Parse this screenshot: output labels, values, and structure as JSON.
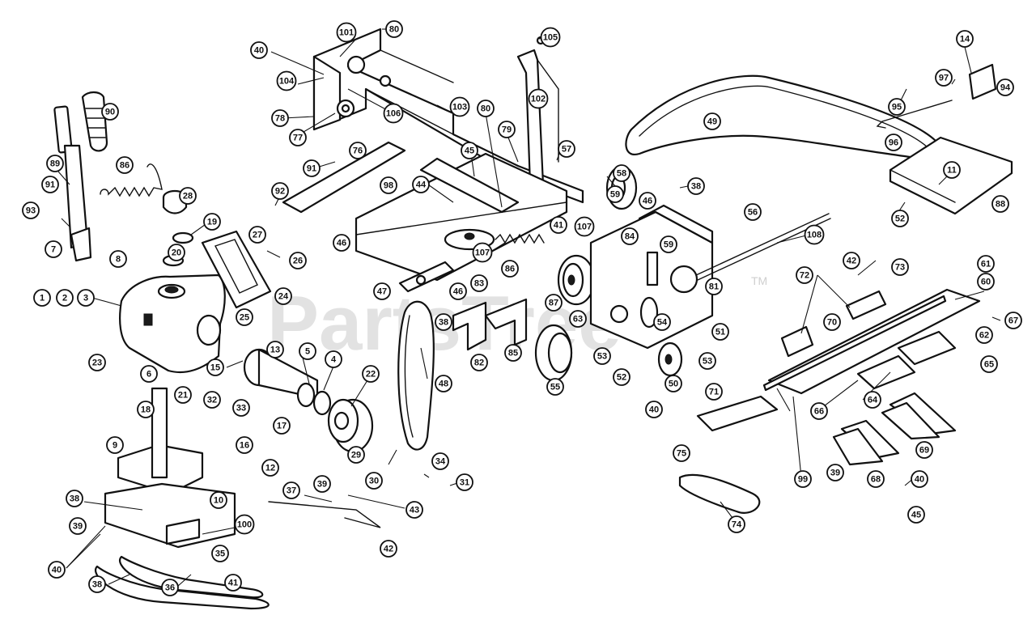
{
  "watermark": {
    "text": "PartsTree",
    "tm": "TM"
  },
  "callouts": [
    {
      "label": "101"
    },
    {
      "label": "80"
    },
    {
      "label": "105"
    },
    {
      "label": "40"
    },
    {
      "label": "104"
    },
    {
      "label": "106"
    },
    {
      "label": "103"
    },
    {
      "label": "80"
    },
    {
      "label": "102"
    },
    {
      "label": "78"
    },
    {
      "label": "77"
    },
    {
      "label": "79"
    },
    {
      "label": "76"
    },
    {
      "label": "57"
    },
    {
      "label": "91"
    },
    {
      "label": "45"
    },
    {
      "label": "44"
    },
    {
      "label": "98"
    },
    {
      "label": "58"
    },
    {
      "label": "38"
    },
    {
      "label": "92"
    },
    {
      "label": "59"
    },
    {
      "label": "46"
    },
    {
      "label": "46"
    },
    {
      "label": "84"
    },
    {
      "label": "41"
    },
    {
      "label": "107"
    },
    {
      "label": "107"
    },
    {
      "label": "86"
    },
    {
      "label": "46"
    },
    {
      "label": "47"
    },
    {
      "label": "83"
    },
    {
      "label": "87"
    },
    {
      "label": "63"
    },
    {
      "label": "59"
    },
    {
      "label": "81"
    },
    {
      "label": "38"
    },
    {
      "label": "82"
    },
    {
      "label": "85"
    },
    {
      "label": "53"
    },
    {
      "label": "55"
    },
    {
      "label": "54"
    },
    {
      "label": "51"
    },
    {
      "label": "53"
    },
    {
      "label": "50"
    },
    {
      "label": "52"
    },
    {
      "label": "49"
    },
    {
      "label": "56"
    },
    {
      "label": "108"
    },
    {
      "label": "14"
    },
    {
      "label": "95"
    },
    {
      "label": "97"
    },
    {
      "label": "94"
    },
    {
      "label": "96"
    },
    {
      "label": "11"
    },
    {
      "label": "88"
    },
    {
      "label": "52"
    },
    {
      "label": "90"
    },
    {
      "label": "86"
    },
    {
      "label": "89"
    },
    {
      "label": "91"
    },
    {
      "label": "93"
    },
    {
      "label": "7"
    },
    {
      "label": "28"
    },
    {
      "label": "19"
    },
    {
      "label": "20"
    },
    {
      "label": "27"
    },
    {
      "label": "26"
    },
    {
      "label": "8"
    },
    {
      "label": "1"
    },
    {
      "label": "2"
    },
    {
      "label": "3"
    },
    {
      "label": "24"
    },
    {
      "label": "25"
    },
    {
      "label": "23"
    },
    {
      "label": "15"
    },
    {
      "label": "13"
    },
    {
      "label": "5"
    },
    {
      "label": "4"
    },
    {
      "label": "22"
    },
    {
      "label": "6"
    },
    {
      "label": "21"
    },
    {
      "label": "18"
    },
    {
      "label": "32"
    },
    {
      "label": "33"
    },
    {
      "label": "17"
    },
    {
      "label": "16"
    },
    {
      "label": "9"
    },
    {
      "label": "12"
    },
    {
      "label": "10"
    },
    {
      "label": "48"
    },
    {
      "label": "29"
    },
    {
      "label": "30"
    },
    {
      "label": "34"
    },
    {
      "label": "31"
    },
    {
      "label": "39"
    },
    {
      "label": "37"
    },
    {
      "label": "43"
    },
    {
      "label": "42"
    },
    {
      "label": "38"
    },
    {
      "label": "39"
    },
    {
      "label": "100"
    },
    {
      "label": "40"
    },
    {
      "label": "35"
    },
    {
      "label": "38"
    },
    {
      "label": "36"
    },
    {
      "label": "41"
    },
    {
      "label": "42"
    },
    {
      "label": "73"
    },
    {
      "label": "72"
    },
    {
      "label": "61"
    },
    {
      "label": "60"
    },
    {
      "label": "67"
    },
    {
      "label": "70"
    },
    {
      "label": "62"
    },
    {
      "label": "65"
    },
    {
      "label": "71"
    },
    {
      "label": "40"
    },
    {
      "label": "66"
    },
    {
      "label": "64"
    },
    {
      "label": "75"
    },
    {
      "label": "99"
    },
    {
      "label": "69"
    },
    {
      "label": "39"
    },
    {
      "label": "68"
    },
    {
      "label": "40"
    },
    {
      "label": "45"
    },
    {
      "label": "74"
    }
  ]
}
